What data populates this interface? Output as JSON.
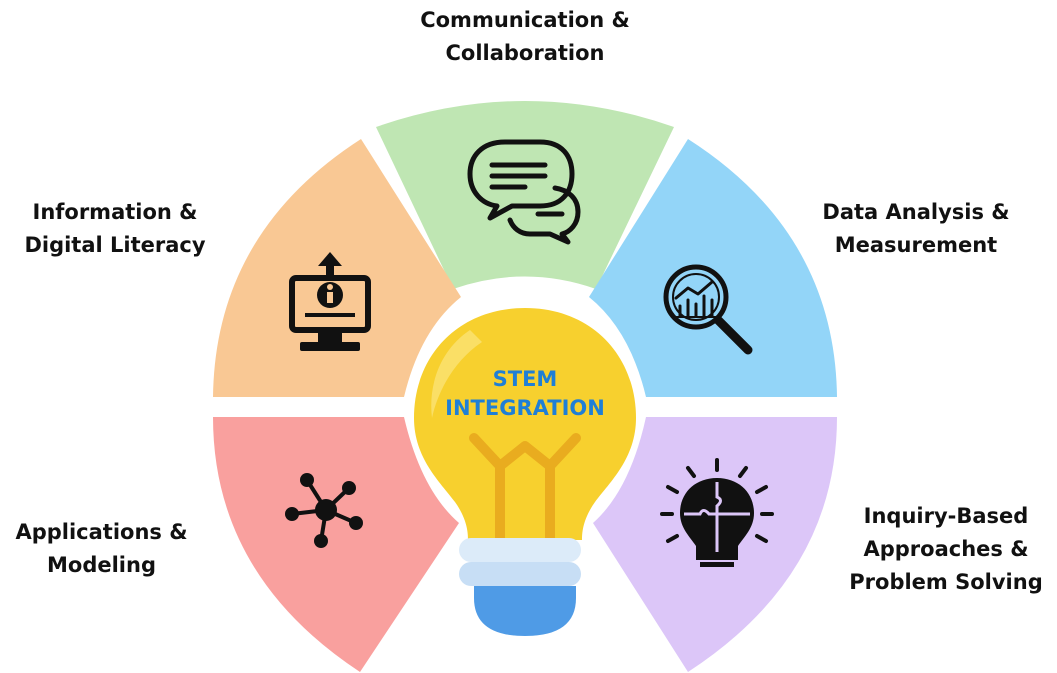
{
  "center": {
    "line1": "STEM",
    "line2": "INTEGRATION",
    "text_color": "#1f7fd6"
  },
  "segments": [
    {
      "id": "communication",
      "lines": [
        "Communication &",
        "Collaboration"
      ],
      "color": "#bfe6b3",
      "icon": "chat-bubbles-icon"
    },
    {
      "id": "information",
      "lines": [
        "Information &",
        "Digital Literacy"
      ],
      "color": "#f9c894",
      "icon": "monitor-info-icon"
    },
    {
      "id": "data",
      "lines": [
        "Data Analysis &",
        "Measurement"
      ],
      "color": "#93d5f8",
      "icon": "magnifier-chart-icon"
    },
    {
      "id": "applications",
      "lines": [
        "Applications &",
        "Modeling"
      ],
      "color": "#f9a09e",
      "icon": "network-nodes-icon"
    },
    {
      "id": "inquiry",
      "lines": [
        "Inquiry-Based",
        "Approaches &",
        "Problem Solving"
      ],
      "color": "#dcc6f8",
      "icon": "puzzle-bulb-icon"
    }
  ],
  "bulb": {
    "glass_color": "#f7d02e",
    "base_color": "#dcebf9",
    "cap_color": "#4f9be6"
  }
}
